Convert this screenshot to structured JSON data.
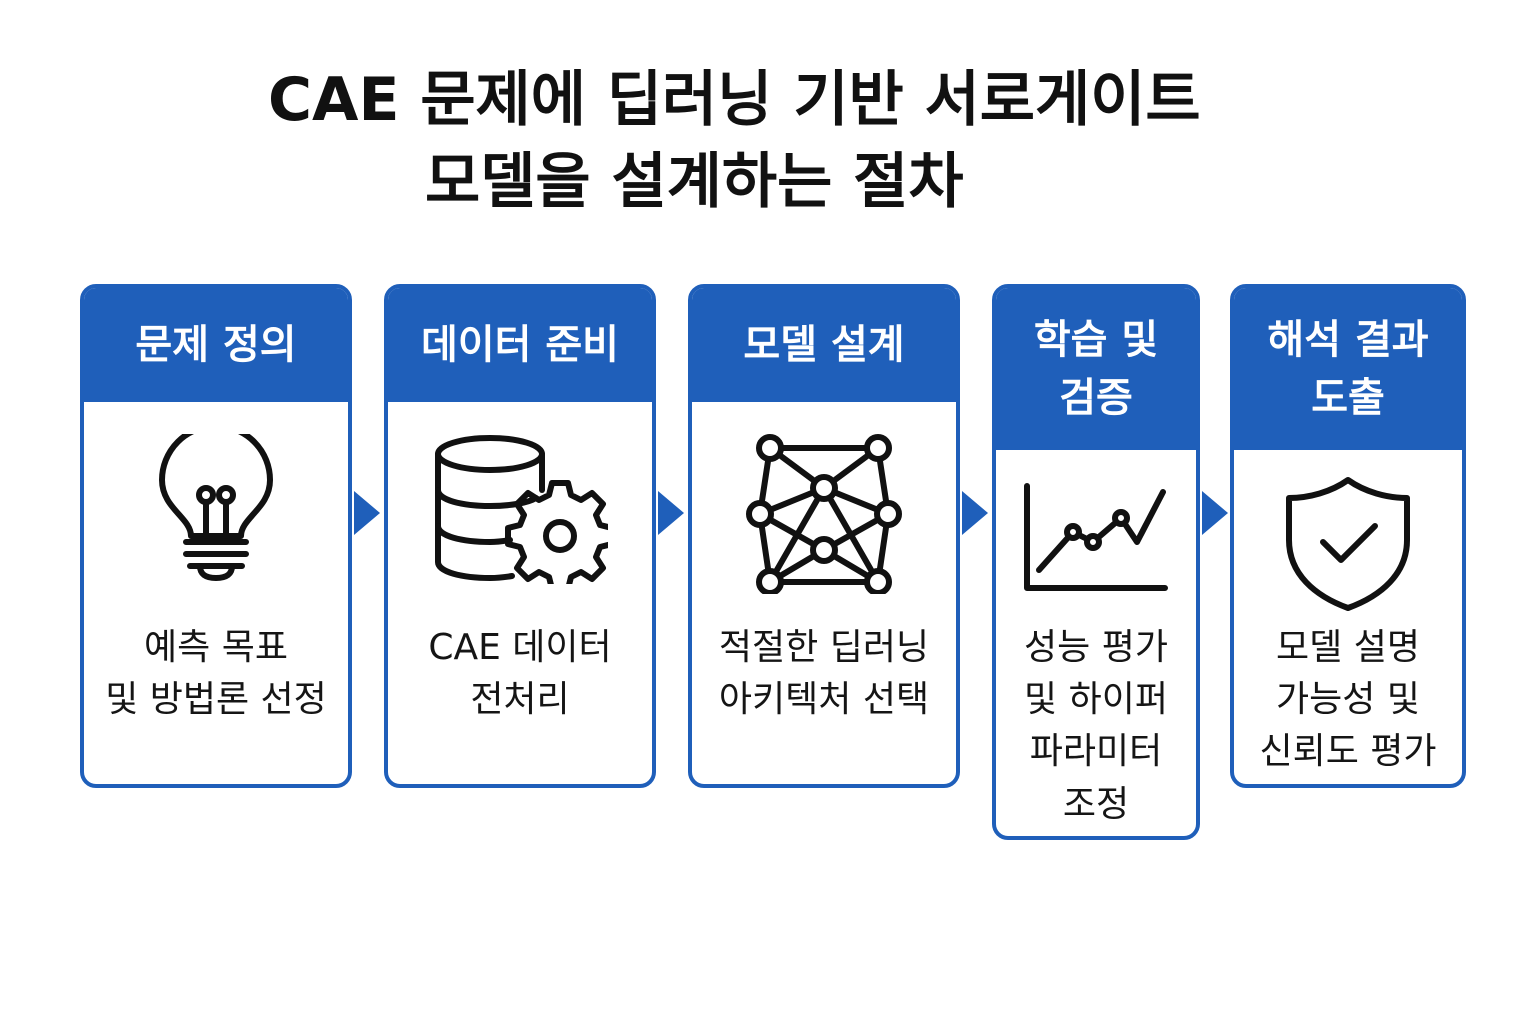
{
  "title": {
    "line1": "CAE 문제에 딥러닝 기반 서로게이트",
    "line2": "모델을 설계하는 절차"
  },
  "steps": [
    {
      "header": [
        "문제 정의"
      ],
      "icon": "lightbulb-icon",
      "description": [
        "예측 목표",
        "및 방법론 선정"
      ]
    },
    {
      "header": [
        "데이터 준비"
      ],
      "icon": "database-gear-icon",
      "description": [
        "CAE 데이터",
        "전처리"
      ]
    },
    {
      "header": [
        "모델 설계"
      ],
      "icon": "neural-network-icon",
      "description": [
        "적절한 딥러닝",
        "아키텍처 선택"
      ]
    },
    {
      "header": [
        "학습 및",
        "검증"
      ],
      "icon": "line-chart-icon",
      "description": [
        "성능 평가",
        "및 하이퍼",
        "파라미터",
        "조정"
      ]
    },
    {
      "header": [
        "해석 결과",
        "도출"
      ],
      "icon": "shield-check-icon",
      "description": [
        "모델 설명",
        "가능성 및",
        "신뢰도 평가"
      ]
    }
  ],
  "colors": {
    "accent": "#1f5fba",
    "text": "#111111",
    "background": "#ffffff"
  }
}
